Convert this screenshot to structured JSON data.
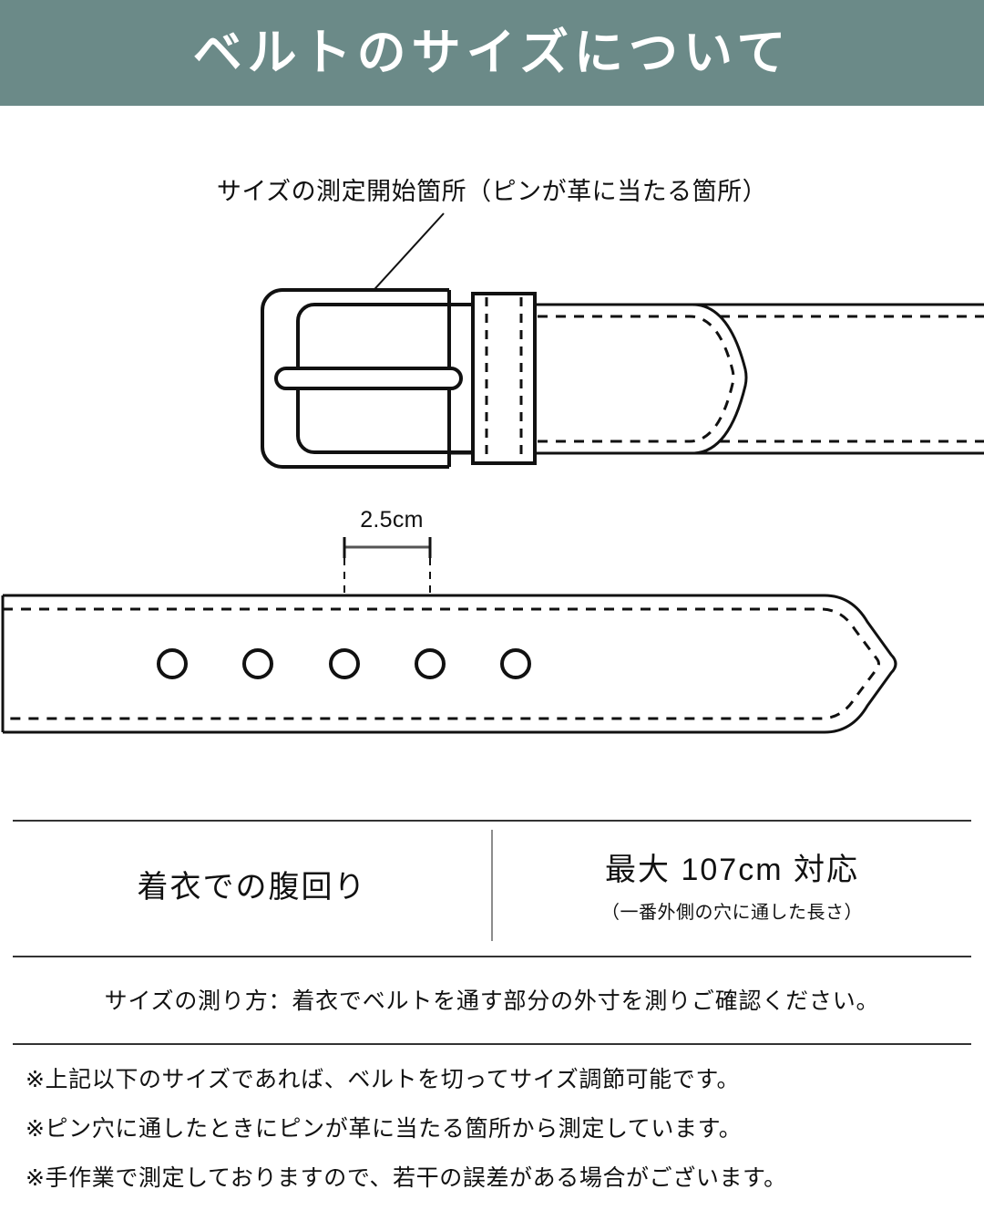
{
  "header": {
    "title": "ベルトのサイズについて",
    "bg_color": "#6b8a88",
    "text_color": "#ffffff"
  },
  "diagram_buckle": {
    "annotation": "サイズの測定開始箇所（ピンが革に当たる箇所）",
    "parts": {
      "buckle_frame": "buckle-frame",
      "buckle_inner_frame": "buckle-inner-frame",
      "buckle_pin_bar": "buckle-pin-bar",
      "keeper_loop": "keeper-loop",
      "strap": "belt-strap",
      "strap_tip": "belt-strap-tip",
      "leader_line": "annotation-leader-line"
    }
  },
  "diagram_holes": {
    "dimension_label": "2.5cm",
    "hole_count": 5,
    "dimension_spans_holes": [
      3,
      4
    ],
    "parts": {
      "strap": "belt-strap-lower",
      "strap_tip": "belt-strap-lower-tip",
      "holes": "belt-holes",
      "dimension_line": "dimension-line"
    }
  },
  "spec_table": {
    "left": {
      "label": "着衣での腹回り"
    },
    "right": {
      "label": "最大 107cm 対応",
      "sublabel": "（一番外側の穴に通した長さ）"
    }
  },
  "how_to_measure": "サイズの測り方：着衣でベルトを通す部分の外寸を測りご確認ください。",
  "notes": [
    "※上記以下のサイズであれば、ベルトを切ってサイズ調節可能です。",
    "※ピン穴に通したときにピンが革に当たる箇所から測定しています。",
    "※手作業で測定しておりますので、若干の誤差がある場合がございます。"
  ],
  "colors": {
    "line": "#111111",
    "divider": "#333333",
    "vertical_divider": "#8c8c8c",
    "background": "#ffffff"
  }
}
